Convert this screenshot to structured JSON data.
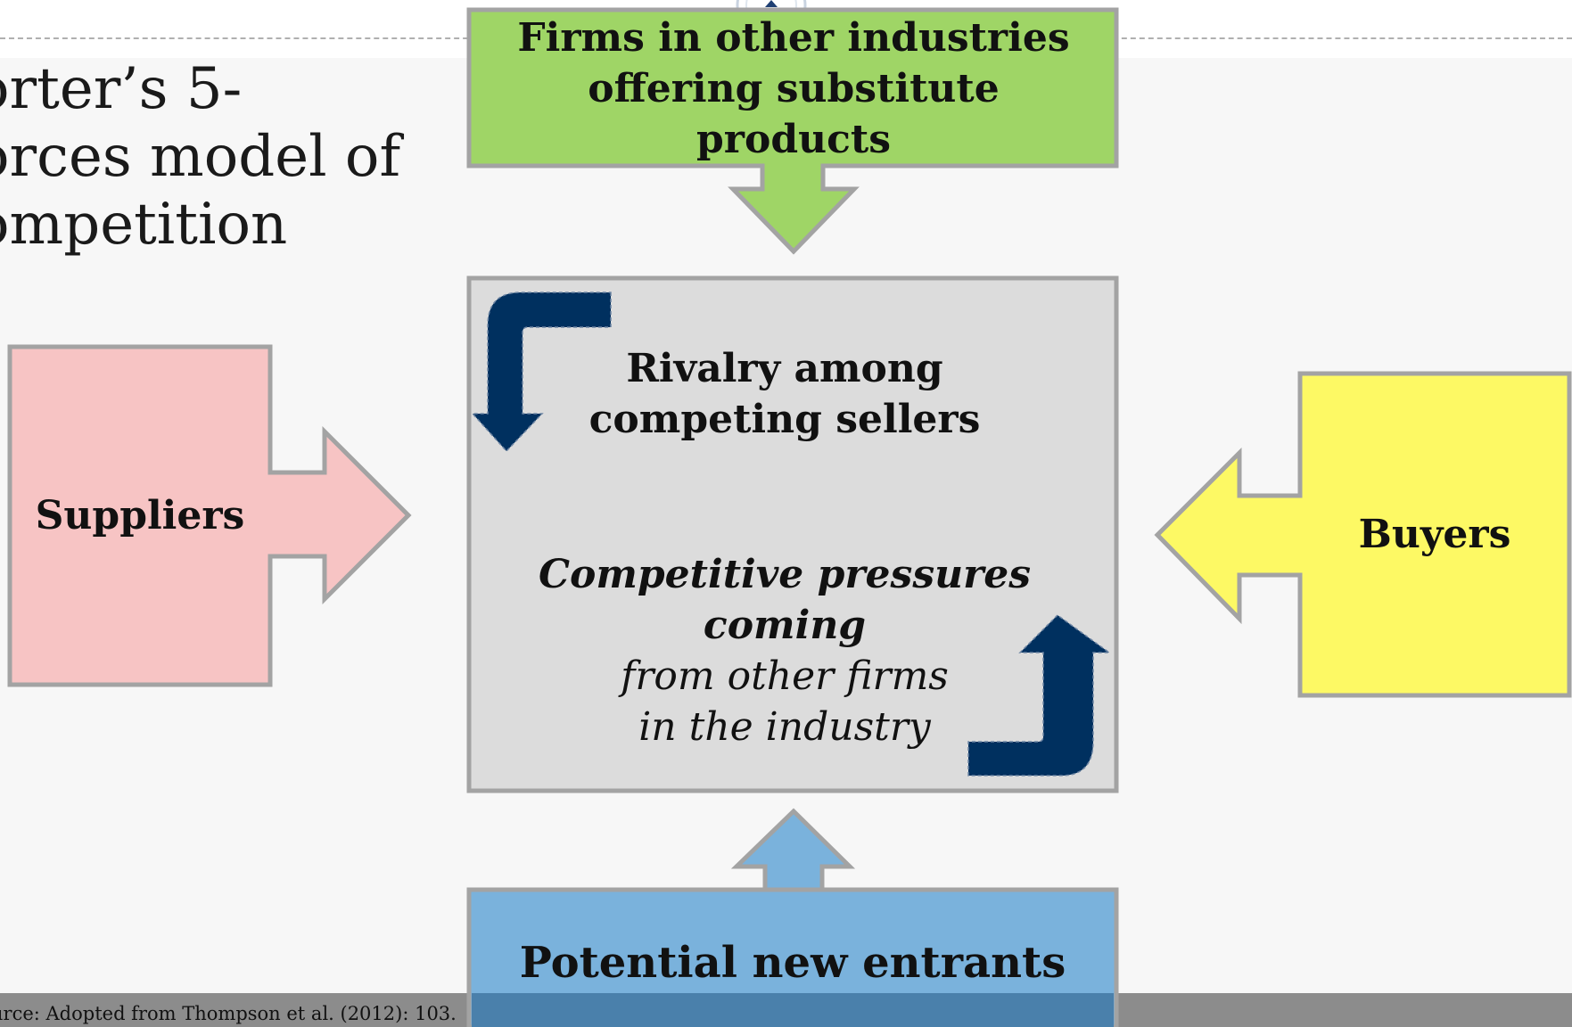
{
  "slide": {
    "title_lines": [
      "orter’s 5-",
      "orces model of",
      "ompetition"
    ],
    "source": "urce: Adopted from Thompson et al. (2012): 103."
  },
  "forces": {
    "substitutes": {
      "lines": [
        "Firms in other industries",
        "offering substitute",
        "products"
      ],
      "color": "#9fd566"
    },
    "rivalry": {
      "title_lines": [
        "Rivalry among",
        "competing sellers"
      ],
      "pressure_bold_lines": [
        "Competitive pressures",
        "coming"
      ],
      "pressure_lines": [
        "from other firms",
        "in the industry"
      ],
      "color": "#dcdcdc"
    },
    "suppliers": {
      "label": "Suppliers",
      "color": "#f7c4c4"
    },
    "buyers": {
      "label": "Buyers",
      "color": "#fdf964"
    },
    "entrants": {
      "label": "Potential new entrants",
      "color": "#7ab2dc"
    }
  },
  "colors": {
    "border": "#a3a3a3",
    "rivalry_arrow": "#00305f",
    "footer_bar": "#8c8c8c",
    "entrants_band": "#4a80ab"
  },
  "icons": {
    "logo": "university-seal-icon",
    "rivalry_arrows": "curved-arrow-icon"
  }
}
